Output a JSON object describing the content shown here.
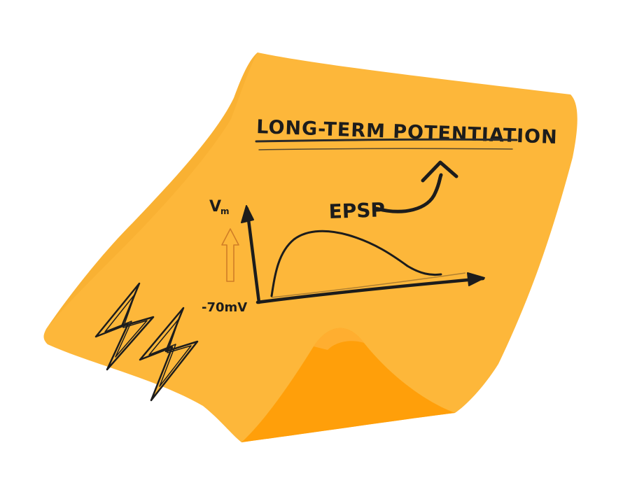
{
  "note": {
    "title": "LONG-TERM POTENTIATION",
    "paper_color": "#FDB73A",
    "fold_color": "#FF9F0A",
    "ink_color": "#1C1C1C"
  },
  "graph": {
    "y_axis_label": "V",
    "y_axis_subscript": "m",
    "baseline_label": "-70mV",
    "curve_label": "EPSP"
  },
  "icons": [
    "up-arrow-icon",
    "curved-arrow-icon",
    "lightning-bolt-icon",
    "lightning-bolt-icon"
  ]
}
